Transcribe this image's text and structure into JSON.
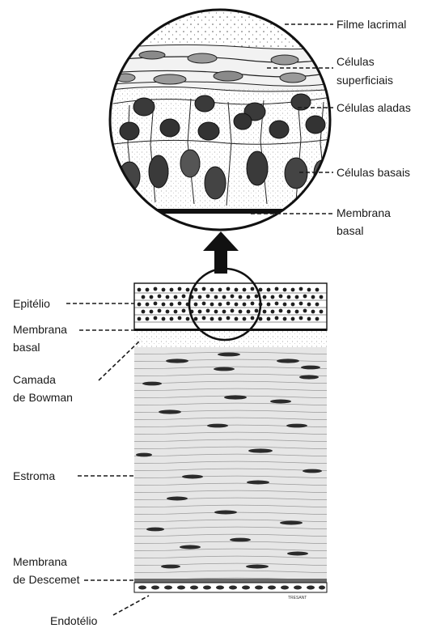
{
  "callout_labels": {
    "tear_film": "Filme lacrimal",
    "superficial_cells_1": "Células",
    "superficial_cells_2": "superficiais",
    "wing_cells": "Células aladas",
    "basal_cells": "Células basais",
    "basement_membrane_top_1": "Membrana",
    "basement_membrane_top_2": "basal"
  },
  "layer_labels": {
    "epithelium": "Epitélio",
    "basement_membrane_1": "Membrana",
    "basement_membrane_2": "basal",
    "bowman_1": "Camada",
    "bowman_2": "de Bowman",
    "stroma": "Estroma",
    "descemet_1": "Membrana",
    "descemet_2": "de Descemet",
    "endothelium": "Endotélio"
  },
  "signature": "TRESANT",
  "colors": {
    "ink": "#1a1a1a",
    "stroma_fill": "#e4e4e4",
    "nucleus": "#2e2e2e"
  }
}
